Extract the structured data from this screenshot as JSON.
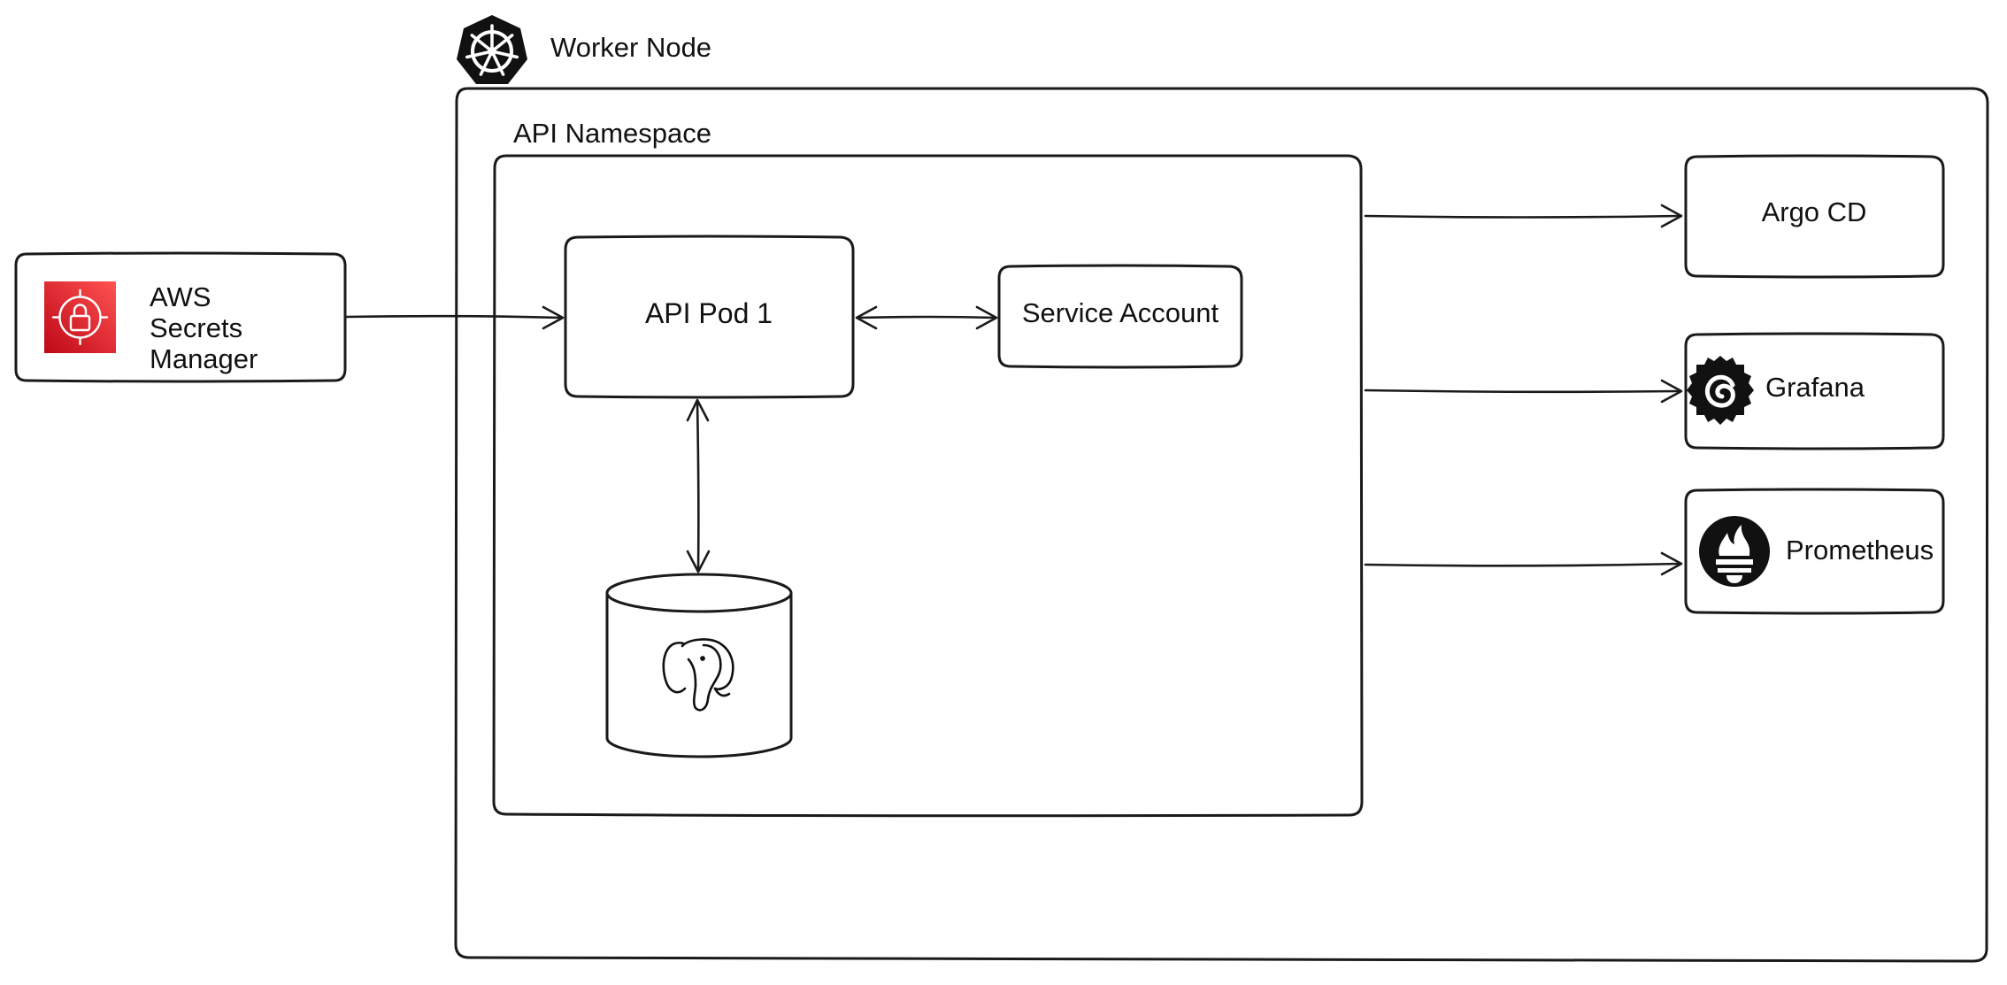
{
  "worker_node": {
    "label": "Worker Node",
    "icon": "kubernetes-icon"
  },
  "namespace": {
    "label": "API Namespace"
  },
  "secrets": {
    "label_lines": [
      "AWS",
      "Secrets",
      "Manager"
    ],
    "icon": "aws-secrets-manager-icon",
    "accent": "#d6242d"
  },
  "pod": {
    "label": "API Pod 1"
  },
  "service_account": {
    "label": "Service Account"
  },
  "database": {
    "icon": "postgresql-elephant-icon"
  },
  "argo": {
    "label": "Argo CD"
  },
  "grafana": {
    "label": "Grafana",
    "icon": "grafana-icon"
  },
  "prometheus": {
    "label": "Prometheus",
    "icon": "prometheus-icon"
  },
  "colors": {
    "stroke": "#1a1a1a",
    "background": "#ffffff"
  }
}
